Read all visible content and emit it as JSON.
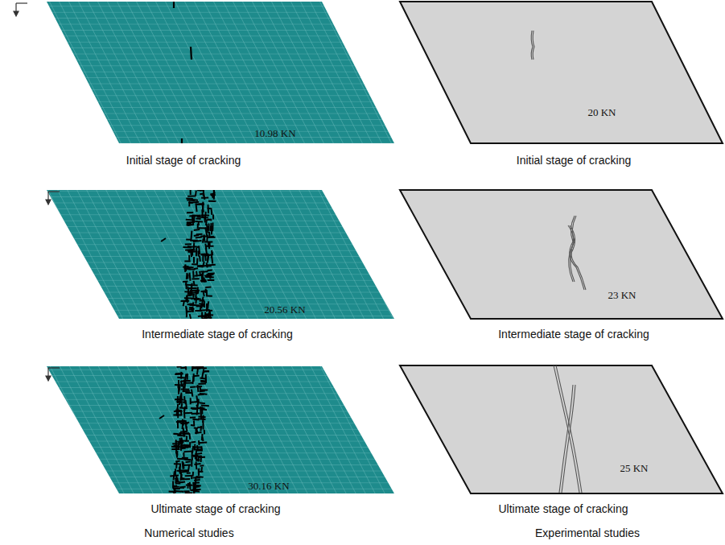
{
  "diagram": {
    "labels": [
      "10.98 KN",
      "20 KN",
      "Initial stage of cracking",
      "Initial stage of cracking",
      "20.56 KN",
      "23 KN",
      "Intermediate stage of cracking",
      "Intermediate stage of cracking",
      "30.16 KN",
      "25 KN",
      "Ultimate stage of cracking",
      "Ultimate stage of cracking",
      "Numerical studies",
      "Experimental studies"
    ]
  }
}
